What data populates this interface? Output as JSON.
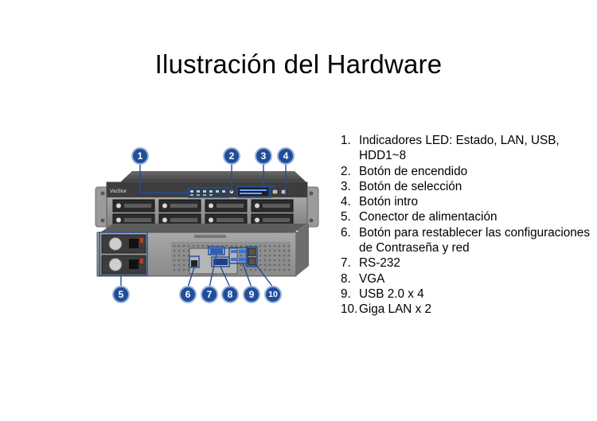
{
  "slide": {
    "title": "Ilustración del Hardware"
  },
  "device": {
    "brand": "VioStor"
  },
  "callouts": [
    "1",
    "2",
    "3",
    "4",
    "5",
    "6",
    "7",
    "8",
    "9",
    "10"
  ],
  "legend": [
    {
      "num": "1.",
      "text": "Indicadores LED: Estado, LAN, USB, HDD1~8"
    },
    {
      "num": "2.",
      "text": "Botón de encendido"
    },
    {
      "num": "3.",
      "text": "Botón de selección"
    },
    {
      "num": "4.",
      "text": "Botón intro"
    },
    {
      "num": "5.",
      "text": "Conector de alimentación"
    },
    {
      "num": "6.",
      "text": "Botón para restablecer las configuraciones de Contraseña y red"
    },
    {
      "num": "7.",
      "text": "RS-232"
    },
    {
      "num": "8.",
      "text": "VGA"
    },
    {
      "num": "9.",
      "text": "USB 2.0 x 4"
    },
    {
      "num": "10.",
      "text": "Giga LAN x 2"
    }
  ],
  "colors": {
    "callout": "#1f4e9a",
    "chassis": "#8e8e8e",
    "tray": "#2b2b2b"
  }
}
